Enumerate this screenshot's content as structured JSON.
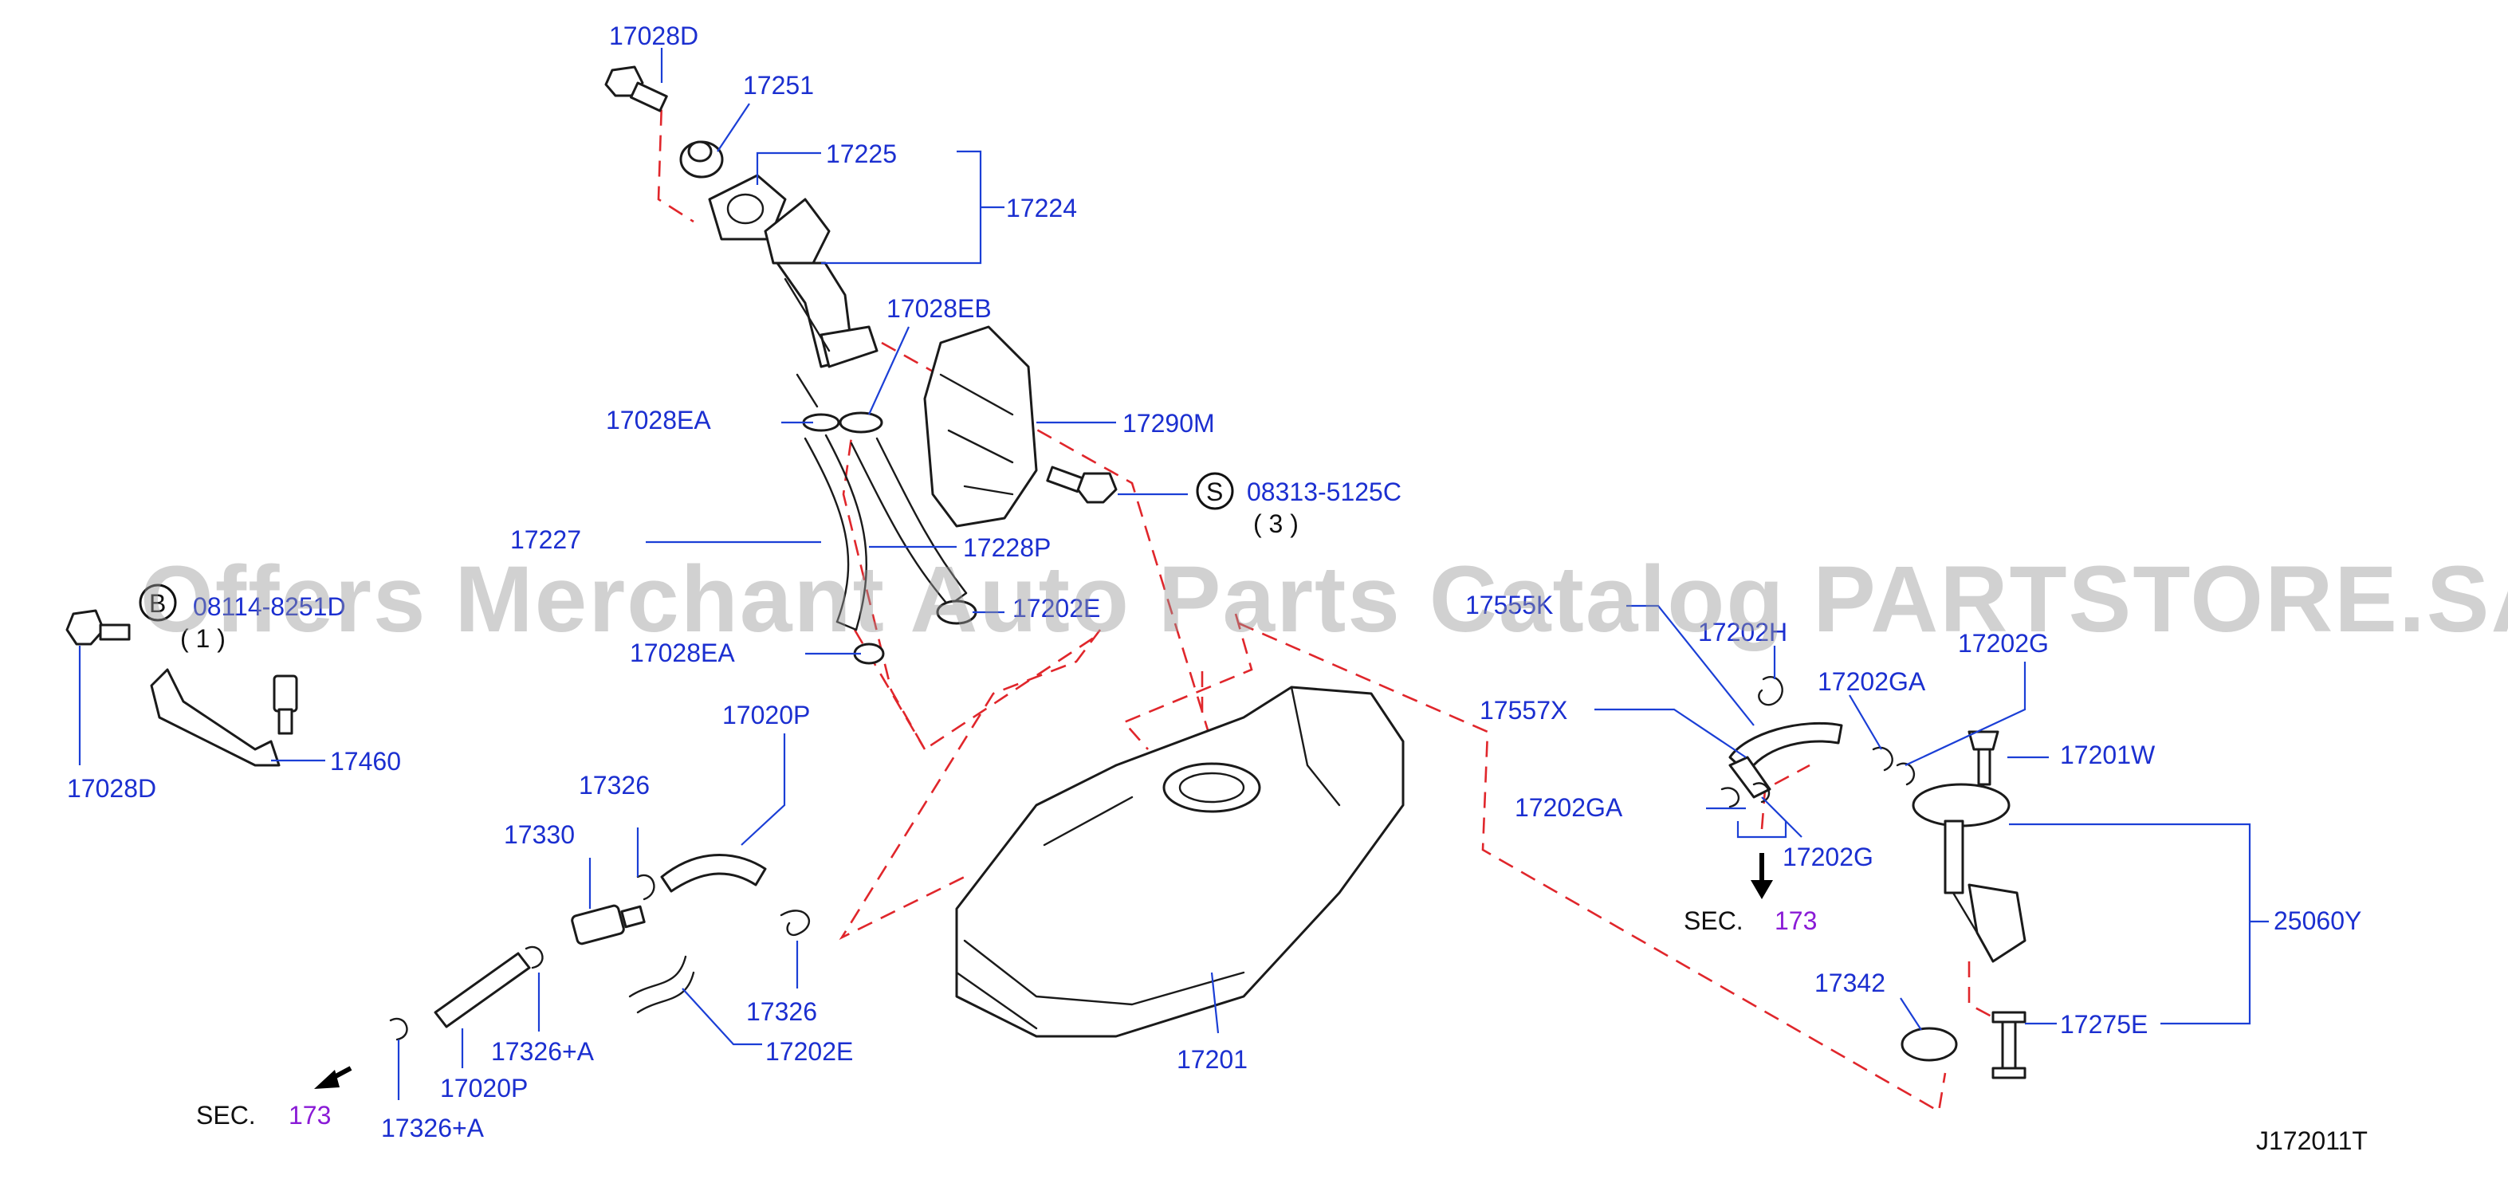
{
  "watermark": "Offers Merchant Auto Parts Catalog PARTSTORE.SA",
  "diagram_code": "J172011T",
  "sec_label": "SEC.",
  "sec_number": "173",
  "circled_s": "S",
  "circled_b": "B",
  "part_labels": {
    "p17028D_top": "17028D",
    "p17251": "17251",
    "p17225": "17225",
    "p17224": "17224",
    "p17028EB": "17028EB",
    "p17290M": "17290M",
    "p17028EA_upper": "17028EA",
    "p08313": "08313-5125C",
    "p08313_qty": "( 3 )",
    "p17227": "17227",
    "p17228P": "17228P",
    "p17202E_mid": "17202E",
    "p17028EA_lower": "17028EA",
    "p08114": "08114-8251D",
    "p08114_qty": "( 1 )",
    "p17460": "17460",
    "p17028D_left": "17028D",
    "p17020P_upper": "17020P",
    "p17326_a": "17326",
    "p17330": "17330",
    "p17326_b": "17326",
    "p17326A_a": "17326+A",
    "p17202E": "17202E",
    "p17020P_lower": "17020P",
    "p17326A_b": "17326+A",
    "p17201": "17201",
    "p17555K": "17555K",
    "p17202H": "17202H",
    "p17202GA_a": "17202GA",
    "p17202G_a": "17202G",
    "p17557X": "17557X",
    "p17202GA_b": "17202GA",
    "p17202G_b": "17202G",
    "p17201W": "17201W",
    "p25060Y": "25060Y",
    "p17342": "17342",
    "p17275E": "17275E"
  }
}
